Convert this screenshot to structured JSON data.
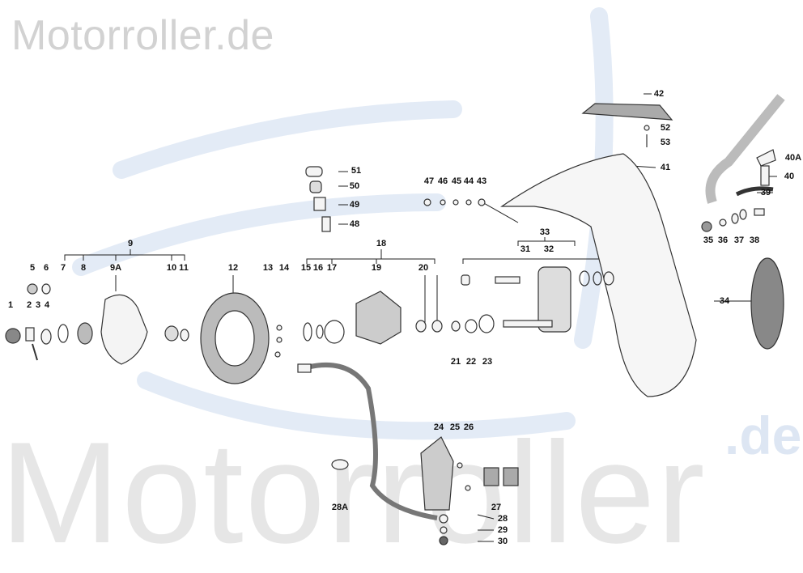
{
  "watermark": {
    "top_text": "Motorroller.de",
    "bottom_text": "Motorroller",
    "bottom_suffix": ".de",
    "color": "#d2d2d2",
    "swoosh_color": "#e3ebf6"
  },
  "labels": {
    "p1": "1",
    "p2": "2",
    "p3": "3",
    "p4": "4",
    "p5": "5",
    "p6": "6",
    "p7": "7",
    "p8": "8",
    "p9": "9",
    "p9A": "9A",
    "p10": "10",
    "p11": "11",
    "p12": "12",
    "p13": "13",
    "p14": "14",
    "p15": "15",
    "p16": "16",
    "p17": "17",
    "p18": "18",
    "p19": "19",
    "p20": "20",
    "p21": "21",
    "p22": "22",
    "p23": "23",
    "p24": "24",
    "p25": "25",
    "p26": "26",
    "p27": "27",
    "p28": "28",
    "p28A": "28A",
    "p29": "29",
    "p30": "30",
    "p31": "31",
    "p32": "32",
    "p33": "33",
    "p34": "34",
    "p35": "35",
    "p36": "36",
    "p37": "37",
    "p38": "38",
    "p39": "39",
    "p40": "40",
    "p40A": "40A",
    "p41": "41",
    "p42": "42",
    "p43": "43",
    "p44": "44",
    "p45": "45",
    "p46": "46",
    "p47": "47",
    "p48": "48",
    "p49": "49",
    "p50": "50",
    "p51": "51",
    "p52": "52",
    "p53": "53"
  }
}
